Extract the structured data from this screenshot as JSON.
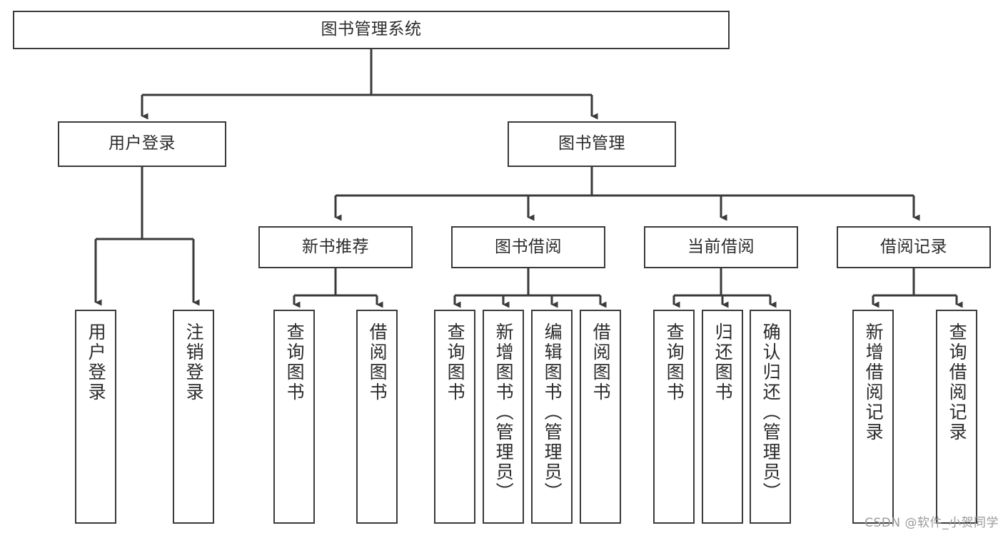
{
  "diagram": {
    "type": "hierarchy-tree",
    "title": "图书管理系统",
    "watermark": "CSDN @软件_小贺同学",
    "colors": {
      "background": "#ffffff",
      "border": "#3a3a3a",
      "text": "#2b2b2b",
      "connector": "#3a3a3a",
      "watermark": "#9a9a9a"
    },
    "nodes": {
      "root": {
        "label": "图书管理系统"
      },
      "level2": [
        {
          "id": "user-login",
          "label": "用户登录"
        },
        {
          "id": "book-management",
          "label": "图书管理"
        }
      ],
      "level3": [
        {
          "id": "new-book-recommend",
          "label": "新书推荐"
        },
        {
          "id": "book-borrow",
          "label": "图书借阅"
        },
        {
          "id": "current-borrow",
          "label": "当前借阅"
        },
        {
          "id": "borrow-record",
          "label": "借阅记录"
        }
      ],
      "leaves": {
        "user-login": [
          {
            "id": "leaf-user-login",
            "label": "用户登录"
          },
          {
            "id": "leaf-logout-login",
            "label": "注销登录"
          }
        ],
        "new-book-recommend": [
          {
            "id": "leaf-query-book-1",
            "label": "查询图书"
          },
          {
            "id": "leaf-borrow-book-1",
            "label": "借阅图书"
          }
        ],
        "book-borrow": [
          {
            "id": "leaf-query-book-2",
            "label": "查询图书"
          },
          {
            "id": "leaf-add-book",
            "label": "新增图书（管理员）"
          },
          {
            "id": "leaf-edit-book",
            "label": "编辑图书（管理员）"
          },
          {
            "id": "leaf-borrow-book-2",
            "label": "借阅图书"
          }
        ],
        "current-borrow": [
          {
            "id": "leaf-query-book-3",
            "label": "查询图书"
          },
          {
            "id": "leaf-return-book",
            "label": "归还图书"
          },
          {
            "id": "leaf-confirm-return",
            "label": "确认归还（管理员）"
          }
        ],
        "borrow-record": [
          {
            "id": "leaf-add-record",
            "label": "新增借阅记录"
          },
          {
            "id": "leaf-query-record",
            "label": "查询借阅记录"
          }
        ]
      }
    }
  }
}
